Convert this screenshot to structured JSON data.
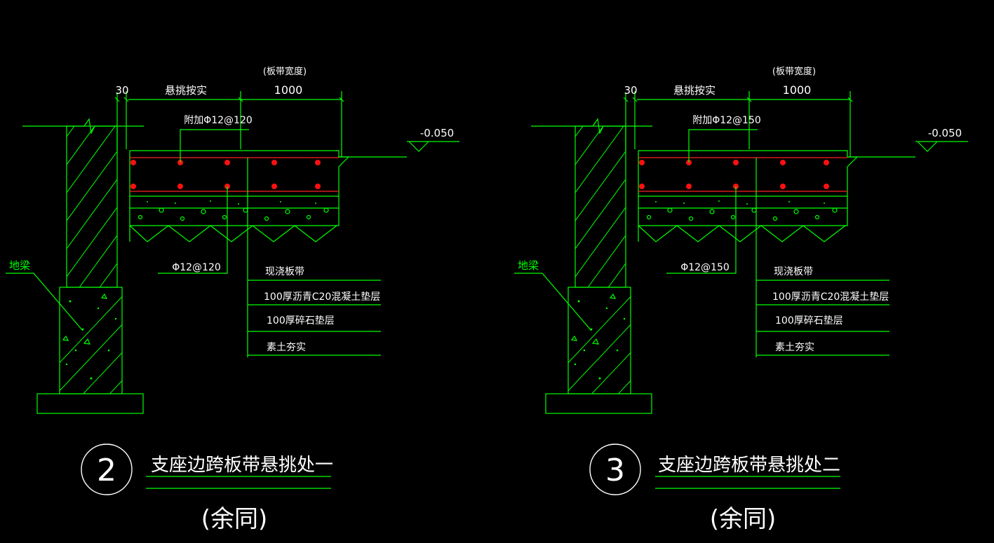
{
  "details": [
    {
      "number": "2",
      "dim_top_note": "(板带宽度)",
      "dim_30": "30",
      "dim_cantilever": "悬挑按实",
      "dim_1000": "1000",
      "rebar_top": "附加Φ12@120",
      "rebar_bottom": "Φ12@120",
      "elevation": "-0.050",
      "beam_label": "地梁",
      "layers": [
        "现浇板带",
        "100厚沥青C20混凝土垫层",
        "100厚碎石垫层",
        "素土夯实"
      ],
      "title": "支座边跨板带悬挑处一",
      "subtitle": "(余同)"
    },
    {
      "number": "3",
      "dim_top_note": "(板带宽度)",
      "dim_30": "30",
      "dim_cantilever": "悬挑按实",
      "dim_1000": "1000",
      "rebar_top": "附加Φ12@150",
      "rebar_bottom": "Φ12@150",
      "elevation": "-0.050",
      "beam_label": "地梁",
      "layers": [
        "现浇板带",
        "100厚沥青C20混凝土垫层",
        "100厚碎石垫层",
        "素土夯实"
      ],
      "title": "支座边跨板带悬挑处二",
      "subtitle": "(余同)"
    }
  ],
  "colors": {
    "line": "#00ff00",
    "rebar": "#ff2020",
    "text": "#ffffff",
    "background": "#000000"
  }
}
